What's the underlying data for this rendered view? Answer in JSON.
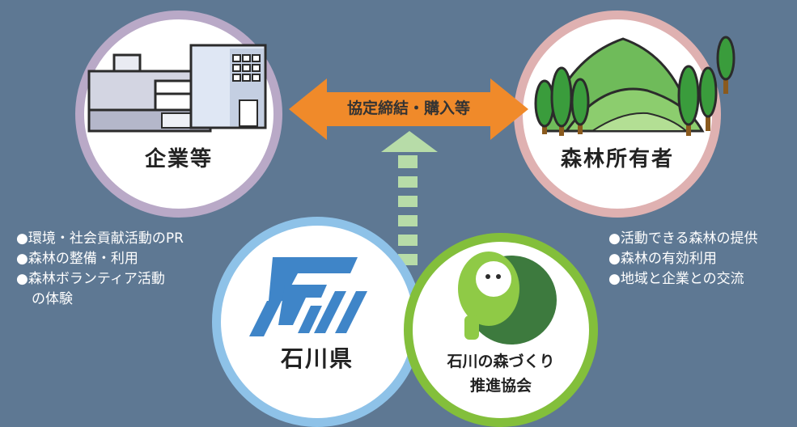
{
  "company": {
    "label": "企業等",
    "notes": [
      "●環境・社会貢献活動のPR",
      "●森林の整備・利用",
      "●森林ボランティア活動",
      "の体験"
    ]
  },
  "owner": {
    "label": "森林所有者",
    "notes": [
      "●活動できる森林の提供",
      "●森林の有効利用",
      "●地域と企業との交流"
    ]
  },
  "arrow": {
    "label": "協定締結・購入等",
    "color": "#f08a2a"
  },
  "prefecture": {
    "label": "石川県",
    "logo_color": "#3f85c8"
  },
  "association": {
    "label_line1": "石川の森づくり",
    "label_line2": "推進協会",
    "mascot_color": "#83bf3b"
  },
  "colors": {
    "background": "#5e7893",
    "company_ring": "#b9a9c7",
    "owner_ring": "#dfb1b1",
    "prefecture_ring": "#8ec2e8",
    "association_ring": "#83bf3b",
    "support_arrow": "#b7dca8"
  }
}
